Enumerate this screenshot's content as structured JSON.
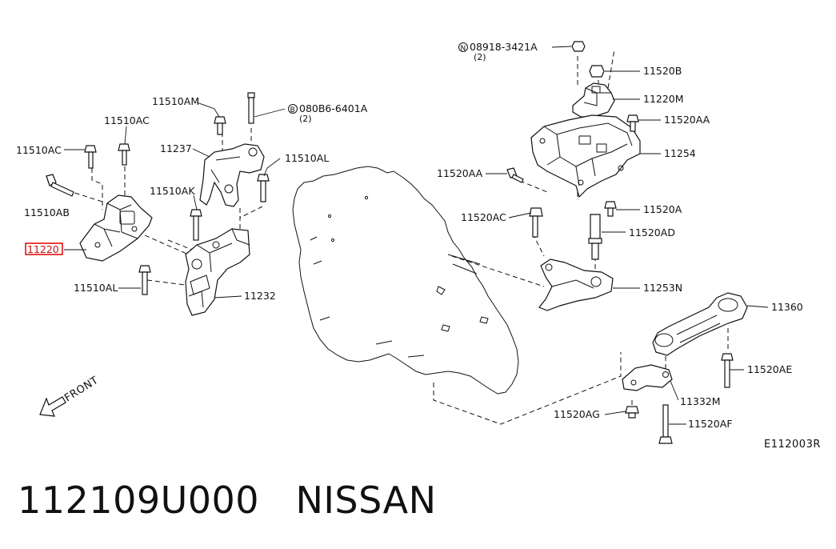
{
  "diagram": {
    "figure_code": "E112003R",
    "front_label": "FRONT",
    "labels": {
      "p11220": "11220",
      "p11510AB": "11510AB",
      "p11510AC_a": "11510AC",
      "p11510AC_b": "11510AC",
      "p11510AM": "11510AM",
      "p11237": "11237",
      "p080B6": "080B6-6401A",
      "p080B6_qty": "(2)",
      "p11510AL_a": "11510AL",
      "p11510AK": "11510AK",
      "p11510AL_b": "11510AL",
      "p11232": "11232",
      "p08918": "08918-3421A",
      "p08918_qty": "(2)",
      "p11520B": "11520B",
      "p11220M": "11220M",
      "p11520AA_a": "11520AA",
      "p11254": "11254",
      "p11520AA_b": "11520AA",
      "p11520AC": "11520AC",
      "p11520A": "11520A",
      "p11520AD": "11520AD",
      "p11253N": "11253N",
      "p11360": "11360",
      "p11520AE": "11520AE",
      "p11332M": "11332M",
      "p11520AG": "11520AG",
      "p11520AF": "11520AF"
    },
    "symbols": {
      "nut_prefix": "N",
      "bolt_prefix": "B"
    },
    "highlighted_part": "11220"
  },
  "caption": {
    "part_number": "112109U000",
    "brand": "NISSAN"
  }
}
